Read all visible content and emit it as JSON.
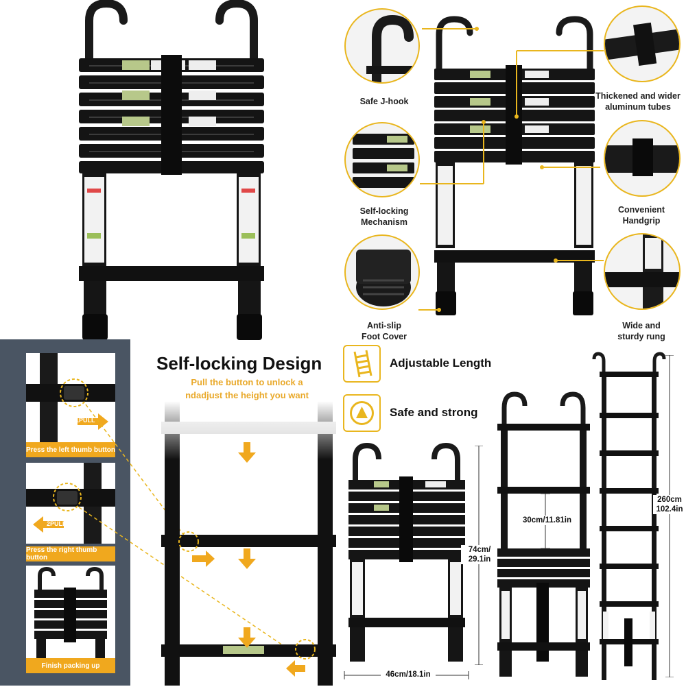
{
  "callouts": {
    "j_hook": "Safe J-hook",
    "tubes_line1": "Thickened and wider",
    "tubes_line2": "aluminum tubes",
    "selflock_line1": "Self-locking",
    "selflock_line2": "Mechanism",
    "handgrip_line1": "Convenient",
    "handgrip_line2": "Handgrip",
    "foot_line1": "Anti-slip",
    "foot_line2": "Foot Cover",
    "rung_line1": "Wide and",
    "rung_line2": "sturdy rung"
  },
  "steps": {
    "step1_banner": "Press the left thumb button",
    "step1_arrow": "1PULL",
    "step2_banner": "Press the right thumb button",
    "step2_arrow": "2PULL",
    "step3_banner": "Finish packing up"
  },
  "selflocking": {
    "title": "Self-locking Design",
    "sub_line1": "Pull the button to unlock a",
    "sub_line2": "ndadjust the height you want"
  },
  "features": {
    "adjustable": "Adjustable Length",
    "safe": "Safe and strong"
  },
  "dimensions": {
    "height_line1": "74cm/",
    "height_line2": "29.1in",
    "width": "46cm/18.1in",
    "rung_gap": "30cm/11.81in",
    "full_line1": "260cm",
    "full_line2": "102.4in"
  },
  "colors": {
    "accent": "#e9b61e",
    "banner": "#f0a81e",
    "panel": "#4a5563",
    "ladder": "#1a1a1a"
  }
}
